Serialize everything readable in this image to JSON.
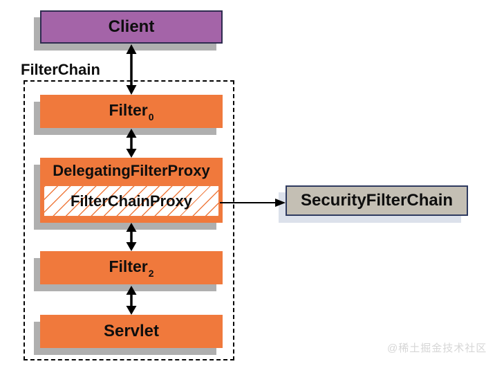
{
  "diagram": {
    "container_label": "FilterChain",
    "watermark": "@稀土掘金技术社区",
    "nodes": {
      "client": {
        "label": "Client"
      },
      "filter0": {
        "label": "Filter",
        "subscript": "0"
      },
      "delegating_filter_proxy": {
        "label": "DelegatingFilterProxy"
      },
      "filter_chain_proxy": {
        "label": "FilterChainProxy"
      },
      "filter2": {
        "label": "Filter",
        "subscript": "2"
      },
      "servlet": {
        "label": "Servlet"
      },
      "security_filter_chain": {
        "label": "SecurityFilterChain"
      }
    },
    "colors": {
      "orange": "#F0793C",
      "purple": "#A464A8",
      "client_border": "#2E2B4F",
      "gray_box": "#C4BFB4",
      "sfc_border": "#2E3A60",
      "shadow": "#AFAFAF",
      "sfc_shadow": "#DCE1EB",
      "hatch": "#EF7B3F",
      "watermark": "#D6D6D6"
    }
  }
}
